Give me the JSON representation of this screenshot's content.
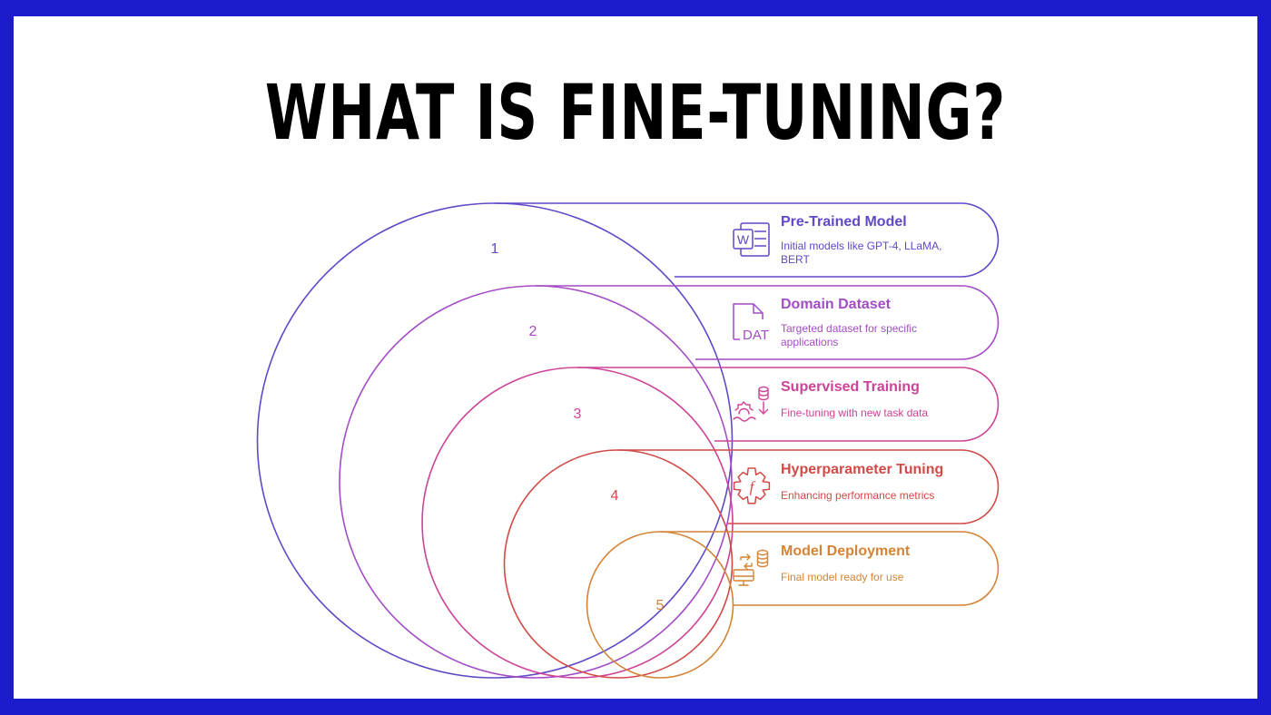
{
  "title": "WHAT IS FINE-TUNING?",
  "icon_labels": {
    "word": "W",
    "dat": "DAT",
    "f": "f"
  },
  "stages": [
    {
      "number": "1",
      "heading": "Pre-Trained Model",
      "description_lines": [
        "Initial models like GPT-4, LLaMA,",
        "BERT"
      ],
      "icon": "word-document-icon",
      "color": "#6247c8"
    },
    {
      "number": "2",
      "heading": "Domain Dataset",
      "description_lines": [
        "Targeted dataset for specific",
        "applications"
      ],
      "icon": "dat-file-icon",
      "color": "#a34cc6"
    },
    {
      "number": "3",
      "heading": "Supervised Training",
      "description_lines": [
        "Fine-tuning with new task data"
      ],
      "icon": "data-training-icon",
      "color": "#cc4398"
    },
    {
      "number": "4",
      "heading": "Hyperparameter Tuning",
      "description_lines": [
        "Enhancing performance metrics"
      ],
      "icon": "function-gear-icon",
      "color": "#d14a47"
    },
    {
      "number": "5",
      "heading": "Model Deployment",
      "description_lines": [
        "Final model ready for use"
      ],
      "icon": "deployment-icon",
      "color": "#d38436"
    }
  ]
}
